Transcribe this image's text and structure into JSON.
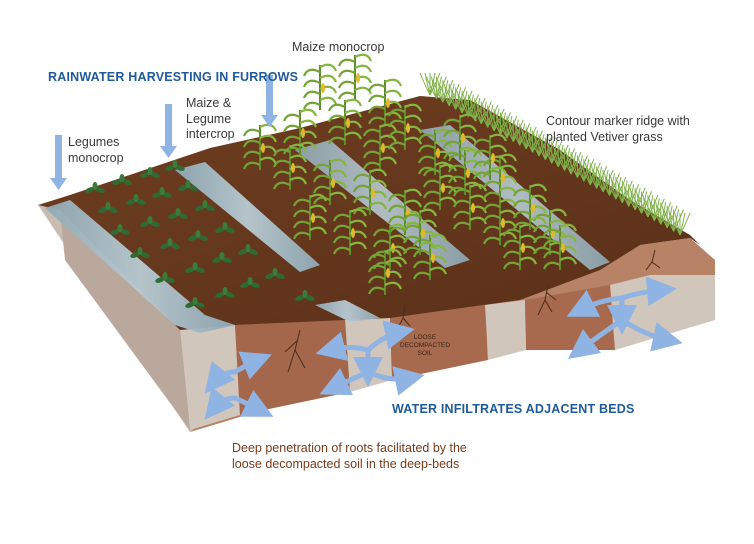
{
  "labels": {
    "maize_monocrop": "Maize monocrop",
    "rainwater_harvesting": "RAINWATER HARVESTING IN FURROWS",
    "maize_legume": "Maize &\nLegume\nintercrop",
    "legumes_monocrop": "Legumes\nmonocrop",
    "contour_ridge": "Contour marker ridge with\nplanted Vetiver grass",
    "loose_soil": "LOOSE\nDECOMPACTED\nSOIL",
    "water_infiltrates": "WATER INFILTRATES ADJACENT BEDS",
    "deep_penetration": "Deep penetration of roots facilitated by the\nloose decompacted soil in the deep-beds"
  },
  "colors": {
    "label_dark": "#3a3a3a",
    "heading_blue": "#1f5a9a",
    "caption_brown": "#7a3a1a",
    "arrow_blue": "#8fb4e3",
    "soil_top": "#6b3a1e",
    "soil_side": "#a2634a",
    "soil_side_light": "#c9bdb2",
    "water": "#9fb7c4",
    "maize_green": "#5d8a2a",
    "legume_green": "#2f6a32"
  },
  "icons": [
    "down-arrow-icon",
    "infiltration-arrow-icon",
    "maize-plant-icon",
    "legume-plant-icon",
    "vetiver-grass-icon",
    "root-icon"
  ]
}
